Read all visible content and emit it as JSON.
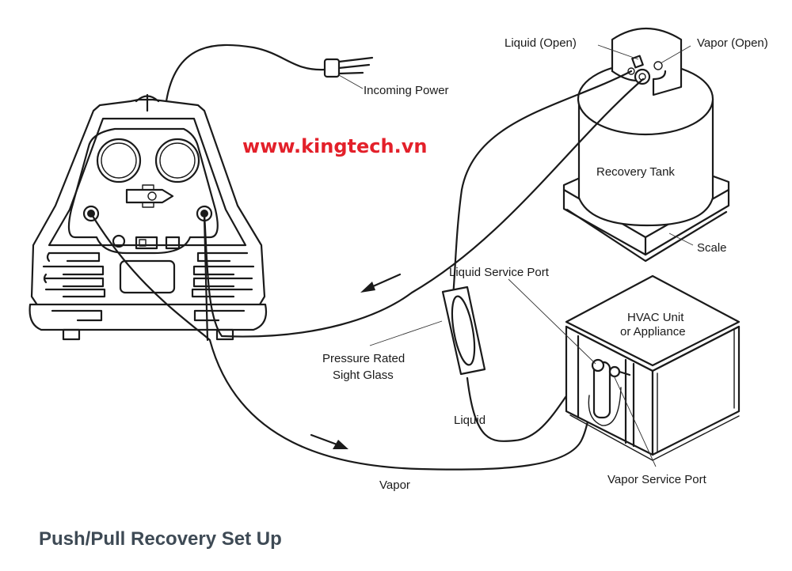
{
  "caption": "Push/Pull Recovery Set Up",
  "watermark": "www.kingtech.vn",
  "labels": {
    "incoming_power": "Incoming Power",
    "liquid_open": "Liquid (Open)",
    "vapor_open": "Vapor (Open)",
    "recovery_tank": "Recovery Tank",
    "scale": "Scale",
    "liquid_service_port": "Liquid Service Port",
    "hvac_unit_line1": "HVAC Unit",
    "hvac_unit_line2": "or Appliance",
    "pressure_rated_line1": "Pressure Rated",
    "pressure_rated_line2": "Sight Glass",
    "liquid": "Liquid",
    "vapor": "Vapor",
    "vapor_service_port": "Vapor Service Port"
  },
  "colors": {
    "watermark": "#e3202a",
    "caption": "#3e4a55",
    "line": "#1a1a1a"
  }
}
